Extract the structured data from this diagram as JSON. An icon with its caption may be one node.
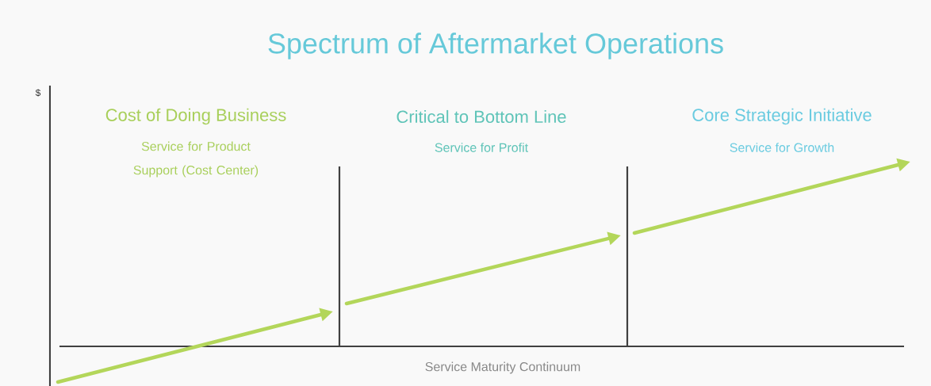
{
  "diagram": {
    "title": "Spectrum of Aftermarket Operations",
    "labels": [
      "$",
      "Cost of Doing Business",
      "Service for Product Support (Cost Center)",
      "Critical to Bottom Line",
      "Service for Profit",
      "Core Strategic Initiative",
      "Service for Growth",
      "Service Maturity Continuum"
    ]
  }
}
